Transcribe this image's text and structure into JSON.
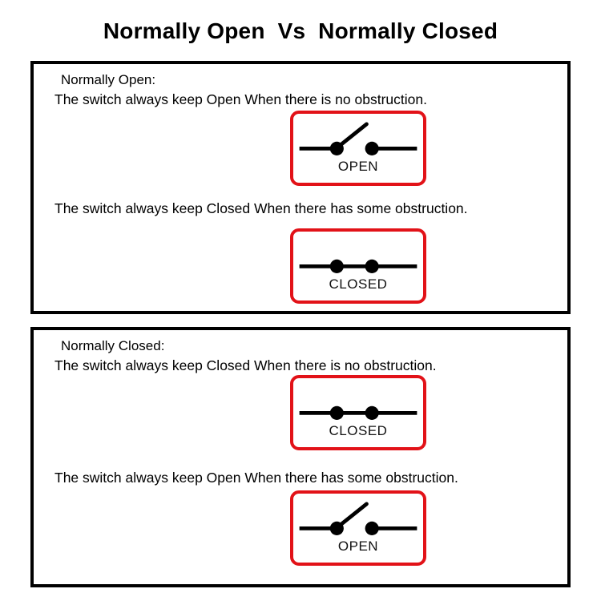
{
  "title": "Normally Open  Vs  Normally Closed",
  "colors": {
    "box_border_red": "#E21218",
    "panel_border": "#000000",
    "text": "#000000",
    "background": "#FFFFFF"
  },
  "panels": [
    {
      "id": "normally-open",
      "label": "Normally Open:",
      "lines": [
        "The switch always keep Open When there is no obstruction.",
        "The switch always keep Closed When there has some obstruction."
      ],
      "symbols": [
        {
          "state": "OPEN",
          "caption": "OPEN",
          "icon": "switch-open-icon"
        },
        {
          "state": "CLOSED",
          "caption": "CLOSED",
          "icon": "switch-closed-icon"
        }
      ]
    },
    {
      "id": "normally-closed",
      "label": "Normally Closed:",
      "lines": [
        "The switch always keep Closed When there is no obstruction.",
        "The switch always keep Open When there has some obstruction."
      ],
      "symbols": [
        {
          "state": "CLOSED",
          "caption": "CLOSED",
          "icon": "switch-closed-icon"
        },
        {
          "state": "OPEN",
          "caption": "OPEN",
          "icon": "switch-open-icon"
        }
      ]
    }
  ]
}
